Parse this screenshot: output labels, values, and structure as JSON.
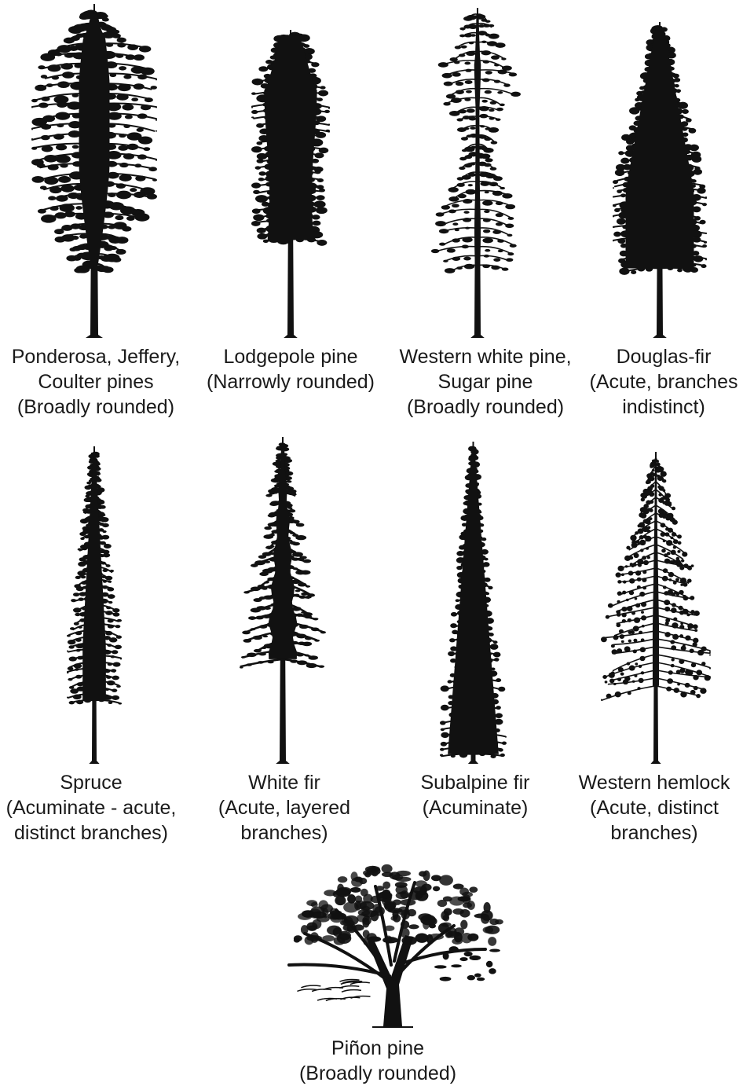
{
  "ink_color": "#111111",
  "trees": [
    {
      "id": "ponderosa",
      "icon": "broad-pine-tree-icon",
      "caption": [
        "Ponderosa, Jeffery,",
        "Coulter pines",
        "(Broadly rounded)"
      ]
    },
    {
      "id": "lodgepole",
      "icon": "narrow-pine-tree-icon",
      "caption": [
        "Lodgepole pine",
        "(Narrowly rounded)"
      ]
    },
    {
      "id": "western-white",
      "icon": "open-pine-tree-icon",
      "caption": [
        "Western white pine,",
        "Sugar pine",
        "(Broadly rounded)"
      ]
    },
    {
      "id": "douglas-fir",
      "icon": "dense-fir-tree-icon",
      "caption": [
        "Douglas-fir",
        "(Acute, branches",
        "indistinct)"
      ]
    },
    {
      "id": "spruce",
      "icon": "spruce-tree-icon",
      "caption": [
        "Spruce",
        "(Acuminate - acute,",
        "distinct branches)"
      ]
    },
    {
      "id": "white-fir",
      "icon": "layered-fir-tree-icon",
      "caption": [
        "White fir",
        "(Acute, layered",
        "branches)"
      ]
    },
    {
      "id": "subalpine-fir",
      "icon": "spire-fir-tree-icon",
      "caption": [
        "Subalpine fir",
        "(Acuminate)"
      ]
    },
    {
      "id": "western-hemlock",
      "icon": "hemlock-tree-icon",
      "caption": [
        "Western hemlock",
        "(Acute, distinct",
        "branches)"
      ]
    },
    {
      "id": "pinon",
      "icon": "round-crown-pine-tree-icon",
      "caption": [
        "Piñon pine",
        "(Broadly rounded)"
      ]
    }
  ]
}
